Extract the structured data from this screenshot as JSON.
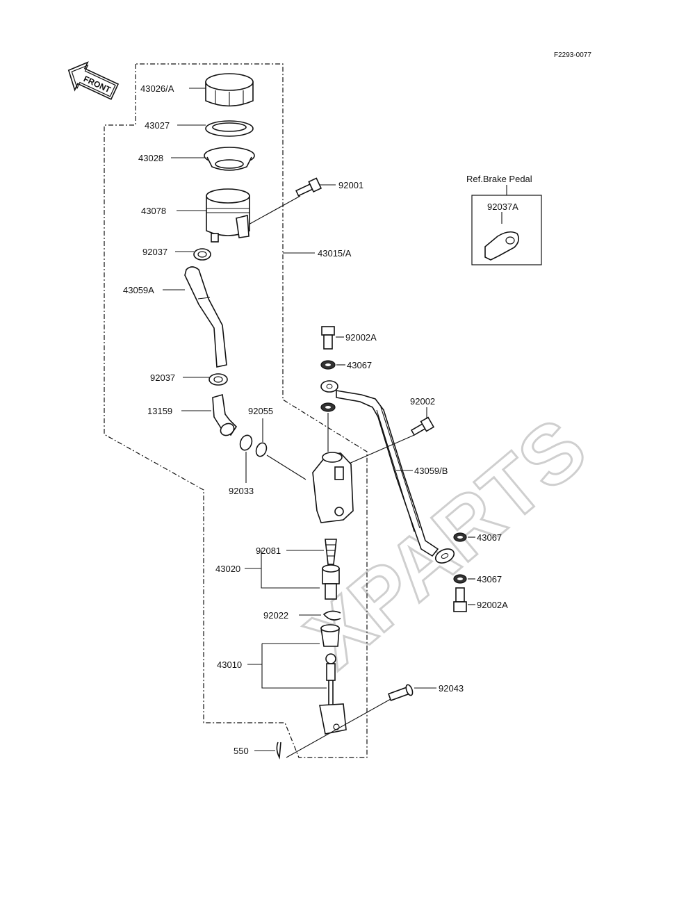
{
  "drawing_code": "F2293-0077",
  "front_label": "FRONT",
  "watermark": "XPARTS",
  "ref_box": {
    "title": "Ref.Brake Pedal",
    "part": "92037A"
  },
  "labels": {
    "p43026A": "43026/A",
    "p43027": "43027",
    "p43028": "43028",
    "p92001": "92001",
    "p43078": "43078",
    "p92037a": "92037",
    "p43015A": "43015/A",
    "p43059A": "43059A",
    "p92002A_top": "92002A",
    "p43067_top": "43067",
    "p92037b": "92037",
    "p92002": "92002",
    "p13159": "13159",
    "p92055": "92055",
    "p43059B": "43059/B",
    "p92033": "92033",
    "p43067_mid": "43067",
    "p92081": "92081",
    "p43020": "43020",
    "p43067_low": "43067",
    "p92002A_bot": "92002A",
    "p92022": "92022",
    "p43010": "43010",
    "p92043": "92043",
    "p550": "550"
  }
}
